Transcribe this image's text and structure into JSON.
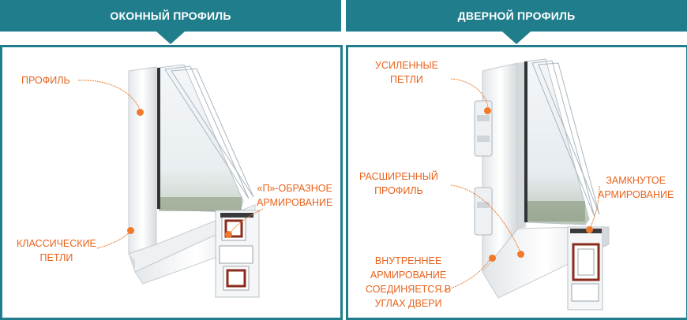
{
  "left_panel": {
    "title": "ОКОННЫЙ ПРОФИЛЬ",
    "labels": {
      "profile": "ПРОФИЛЬ",
      "p_reinforcement_1": "«П»-ОБРАЗНОЕ",
      "p_reinforcement_2": "АРМИРОВАНИЕ",
      "classic_hinges_1": "КЛАССИЧЕСКИЕ",
      "classic_hinges_2": "ПЕТЛИ"
    }
  },
  "right_panel": {
    "title": "ДВЕРНОЙ ПРОФИЛЬ",
    "labels": {
      "reinforced_hinges_1": "УСИЛЕННЫЕ",
      "reinforced_hinges_2": "ПЕТЛИ",
      "wide_profile_1": "РАСШИРЕННЫЙ",
      "wide_profile_2": "ПРОФИЛЬ",
      "closed_reinforcement_1": "ЗАМКНУТОЕ",
      "closed_reinforcement_2": "АРМИРОВАНИЕ",
      "inner_reinforcement_1": "ВНУТРЕННЕЕ",
      "inner_reinforcement_2": "АРМИРОВАНИЕ",
      "inner_reinforcement_3": "СОЕДИНЯЕТСЯ В",
      "inner_reinforcement_4": "УГЛАХ ДВЕРИ"
    }
  },
  "colors": {
    "header": "#1f7d8c",
    "accent": "#e8621c",
    "frame": "#1f7d8c"
  }
}
